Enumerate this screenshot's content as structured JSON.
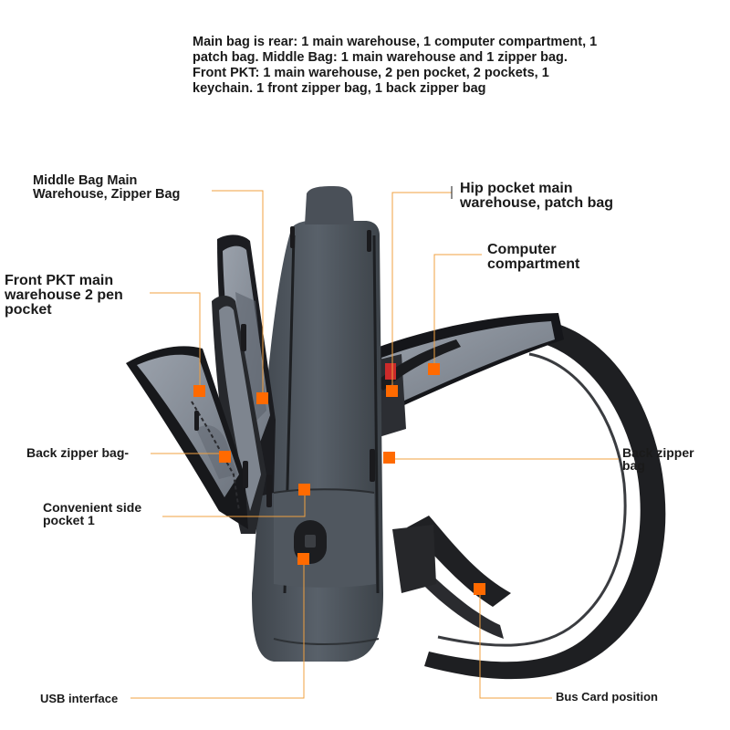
{
  "description": "Main bag is rear: 1 main warehouse, 1 computer compartment, 1 patch bag. Middle Bag: 1 main warehouse and 1 zipper bag. Front PKT: 1 main warehouse, 2 pen pocket, 2 pockets, 1 keychain. 1 front zipper bag, 1 back zipper bag",
  "callouts": {
    "middle_bag": "Middle Bag Main\nWarehouse, Zipper Bag",
    "hip_pocket": "Hip pocket main\nwarehouse, patch bag",
    "computer": "Computer\ncompartment",
    "front_pkt": "Front PKT main\nwarehouse 2 pen\npocket",
    "back_zipper_left": "Back zipper bag-",
    "back_zipper_right": "Back zipper\nbag",
    "side_pocket": "Convenient side\npocket 1",
    "usb": "USB interface",
    "bus_card": "Bus Card position"
  },
  "colors": {
    "marker": "#ff6a00",
    "leader_line": "#f0a040",
    "bag_body": "#4d545c",
    "bag_lining": "#8b929c",
    "strap": "#1e1f22",
    "text": "#1a1a1a"
  }
}
